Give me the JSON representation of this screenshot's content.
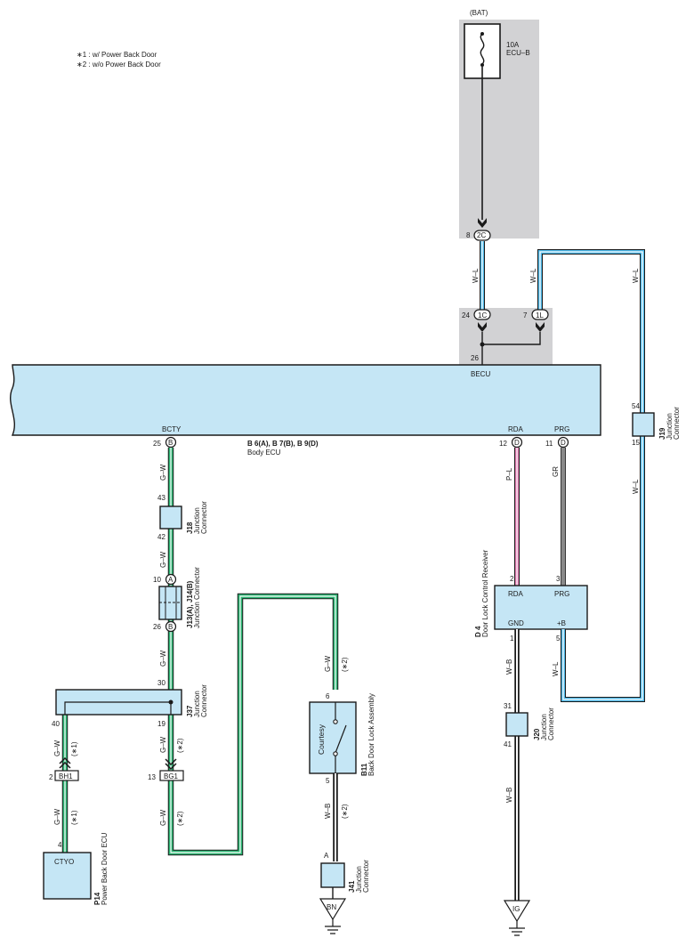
{
  "colors": {
    "green": "#2bb673",
    "blue": "#4db8e8",
    "pink": "#e07ab0",
    "gray_wire": "#8a8a8a",
    "box_fill": "#c5e6f5",
    "shade": "#d2d2d4",
    "ink": "#1a1a1a"
  },
  "notes": [
    "∗1 : w/ Power Back Door",
    "∗2 : w/o Power Back Door"
  ],
  "bat": {
    "label": "(BAT)",
    "fuse_amp": "10A",
    "fuse_name": "ECU–B"
  },
  "pins": {
    "bat_8": "8",
    "bat_2c": "2C",
    "p24": "24",
    "p1c": "1C",
    "p7": "7",
    "p1l": "1L",
    "p26": "26",
    "p25": "25",
    "pB": "B",
    "p12": "12",
    "pD1": "D",
    "p11": "11",
    "pD2": "D",
    "j18_43": "43",
    "j18_42": "42",
    "j13_10": "10",
    "j13_A": "A",
    "j13_26": "26",
    "j13_B": "B",
    "j37_30": "30",
    "j37_40": "40",
    "j37_19": "19",
    "bh1_2": "2",
    "bh1": "BH1",
    "bg1_13": "13",
    "bg1": "BG1",
    "p14_4": "4",
    "b11_6": "6",
    "b11_5": "5",
    "j41_A": "A",
    "d4_2": "2",
    "d4_3": "3",
    "d4_1": "1",
    "d4_5": "5",
    "j20_31": "31",
    "j20_41": "41",
    "j19_54": "54",
    "j19_15": "15"
  },
  "wires": {
    "wl": "W–L",
    "gw": "G–W",
    "pl": "P–L",
    "gr": "GR",
    "wb": "W–B",
    "s1": "(∗1)",
    "s2": "(∗2)"
  },
  "becu": {
    "name": "BECU",
    "bcty": "BCTY",
    "rda": "RDA",
    "prg": "PRG",
    "connectors": "B 6(A), B 7(B), B 9(D)",
    "title": "Body ECU"
  },
  "j18": {
    "code": "J18",
    "label": "Junction",
    "label2": "Connector"
  },
  "j13": {
    "code": "J13(A), J14(B)",
    "label": "Junction Connector"
  },
  "j37": {
    "code": "J37",
    "label": "Junction",
    "label2": "Connector"
  },
  "j41": {
    "code": "J41",
    "label": "Junction",
    "label2": "Connector"
  },
  "j20": {
    "code": "J20",
    "label": "Junction",
    "label2": "Connector"
  },
  "j19": {
    "code": "J19",
    "label": "Junction",
    "label2": "Connector"
  },
  "p14": {
    "code": "P14",
    "label": "Power Back Door ECU",
    "terminal": "CTYO"
  },
  "b11": {
    "code": "B11",
    "label": "Back Door Lock Assembly",
    "switch": "Courtesy"
  },
  "d4": {
    "code": "D 4",
    "label": "Door Lock Control Receiver",
    "rda": "RDA",
    "prg": "PRG",
    "gnd": "GND",
    "b": "+B"
  },
  "grounds": {
    "bn": "BN",
    "ig": "IG"
  }
}
